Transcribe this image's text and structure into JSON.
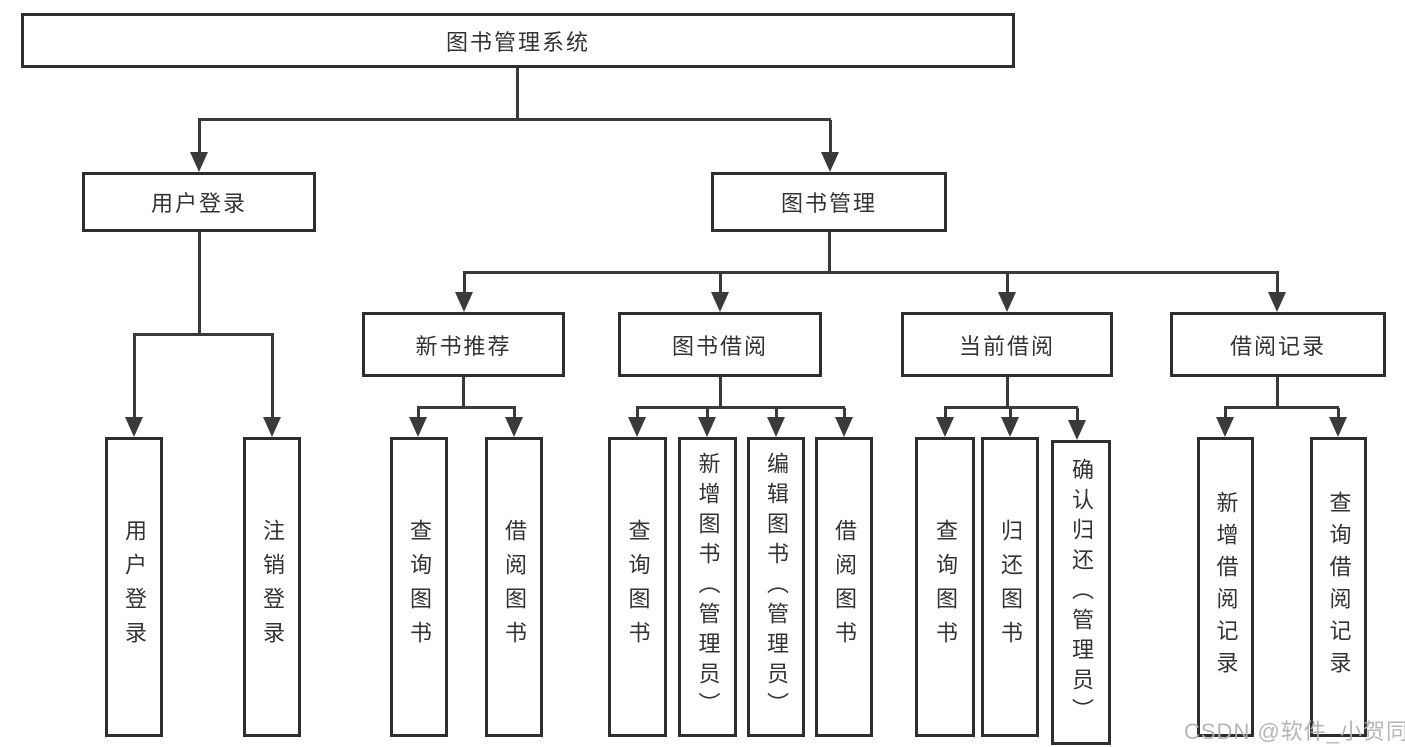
{
  "tree": {
    "root": {
      "label": "图书管理系统"
    },
    "level2": [
      {
        "label": "用户登录"
      },
      {
        "label": "图书管理"
      }
    ],
    "level3": [
      {
        "label": "新书推荐"
      },
      {
        "label": "图书借阅"
      },
      {
        "label": "当前借阅"
      },
      {
        "label": "借阅记录"
      }
    ],
    "leaves": [
      {
        "label": "用户登录"
      },
      {
        "label": "注销登录"
      },
      {
        "label": "查询图书"
      },
      {
        "label": "借阅图书"
      },
      {
        "label": "查询图书"
      },
      {
        "label": "新增图书（管理员）"
      },
      {
        "label": "编辑图书（管理员）"
      },
      {
        "label": "借阅图书"
      },
      {
        "label": "查询图书"
      },
      {
        "label": "归还图书"
      },
      {
        "label": "确认归还（管理员）"
      },
      {
        "label": "新增借阅记录"
      },
      {
        "label": "查询借阅记录"
      }
    ]
  },
  "watermark": {
    "text": "CSDN @软件_小贺同学"
  },
  "colors": {
    "line": "#3a3a3a",
    "box_border": "#2e2e2e",
    "text": "#333333",
    "watermark": "#b2b2b2",
    "background": "#ffffff"
  }
}
